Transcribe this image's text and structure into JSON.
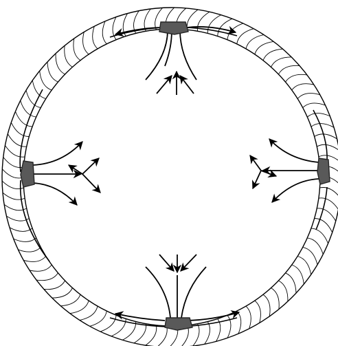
{
  "diagram": {
    "ring_rays": 90,
    "colors": {
      "stroke": "#000000",
      "port_fill": "#595959",
      "port_stroke": "#262626",
      "background": "#ffffff"
    },
    "ports": [
      {
        "id": "top",
        "inflow": "from-center",
        "outflow": "along-rim"
      },
      {
        "id": "bottom",
        "inflow": "from-center",
        "outflow": "along-rim"
      },
      {
        "id": "left",
        "inflow": "along-rim",
        "outflow": "into-center"
      },
      {
        "id": "right",
        "inflow": "along-rim",
        "outflow": "into-center"
      }
    ]
  }
}
